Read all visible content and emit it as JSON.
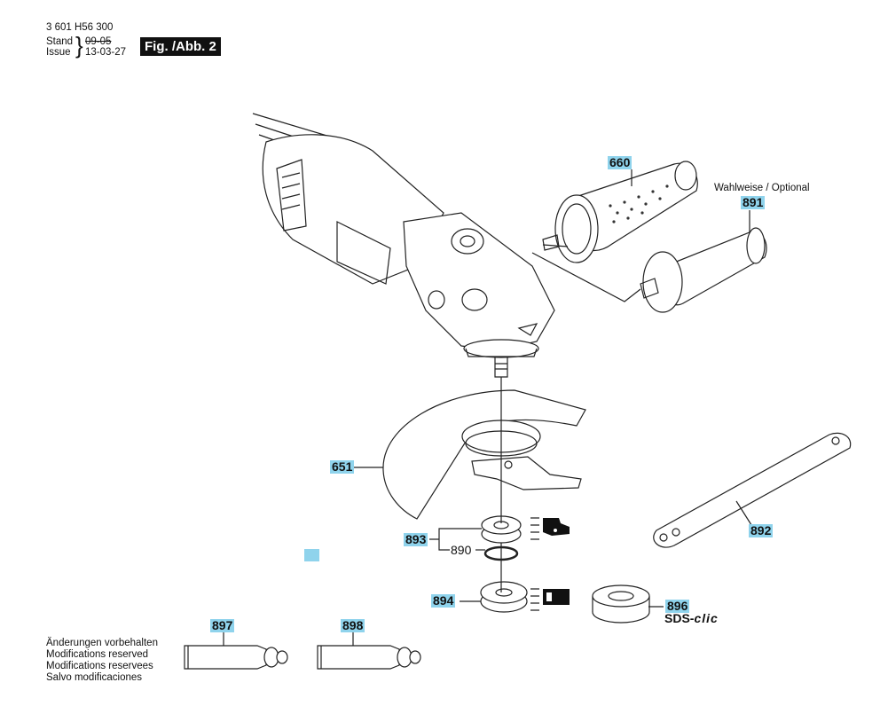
{
  "header": {
    "part_number": "3 601 H56 300",
    "stand_label": "Stand",
    "issue_label": "Issue",
    "stand_date": "09-05",
    "issue_date": "13-03-27",
    "figure_label": "Fig. /Abb. 2"
  },
  "parts": {
    "p660": "660",
    "p891": "891",
    "p651": "651",
    "p892": "892",
    "p893": "893",
    "p890": "890",
    "p894": "894",
    "p896": "896",
    "p897": "897",
    "p898": "898"
  },
  "labels": {
    "optional": "Wahlweise / Optional",
    "sds_prefix": "SDS-",
    "sds_suffix": "clic"
  },
  "notes": [
    "Änderungen vorbehalten",
    "Modifications reserved",
    "Modifications reservees",
    "Salvo modificaciones"
  ],
  "colors": {
    "callout_bg": "#8fd3ec",
    "figure_bg": "#111111"
  }
}
